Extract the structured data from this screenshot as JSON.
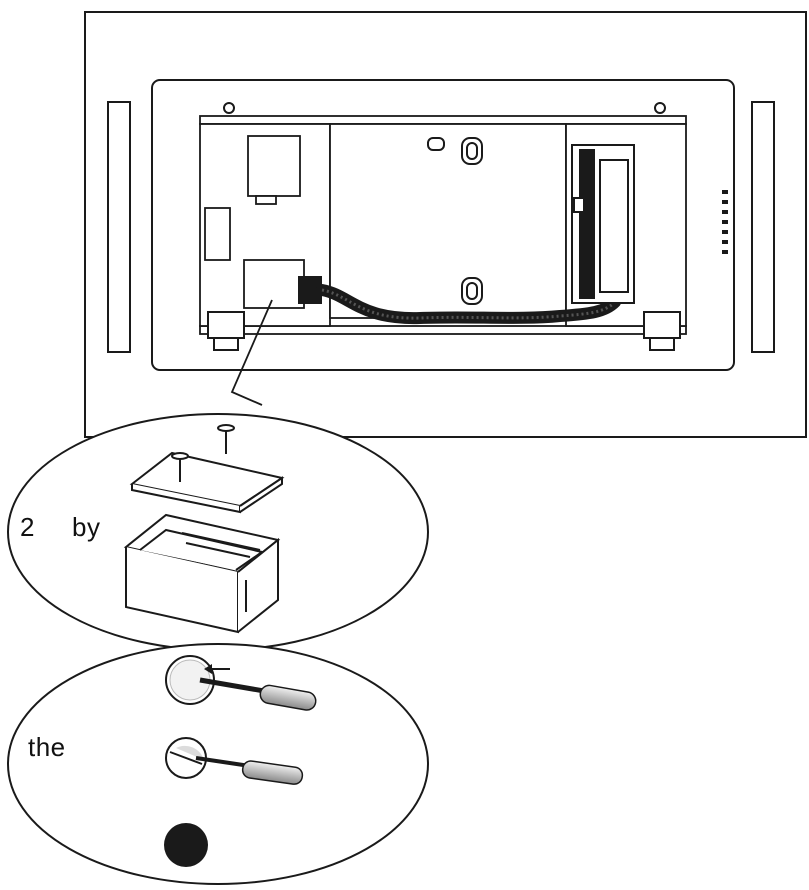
{
  "callouts": {
    "top_label_num": "2",
    "top_label_word": "by",
    "bottom_label": "the"
  },
  "colors": {
    "line": "#1a1a1a",
    "panel_fill": "#ffffff",
    "dark_fill": "#1a1a1a",
    "grey_fill": "#bdbdbd"
  }
}
